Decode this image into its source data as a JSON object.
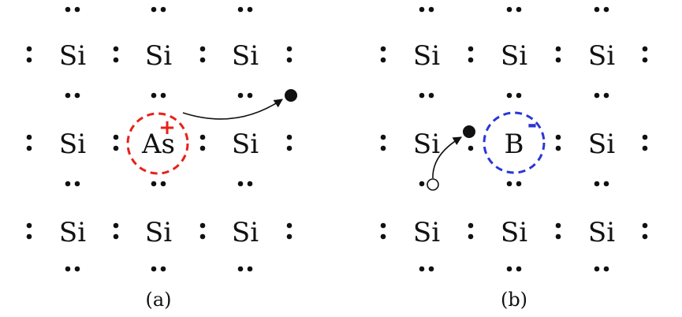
{
  "panel_a": {
    "caption": "(a)",
    "atoms": [
      [
        "Si",
        "Si",
        "Si"
      ],
      [
        "Si",
        "As",
        "Si"
      ],
      [
        "Si",
        "Si",
        "Si"
      ]
    ],
    "dopant": "As",
    "charge": "+",
    "ring_color": "#e8201a"
  },
  "panel_b": {
    "caption": "(b)",
    "atoms": [
      [
        "Si",
        "Si",
        "Si"
      ],
      [
        "Si",
        "B",
        "Si"
      ],
      [
        "Si",
        "Si",
        "Si"
      ]
    ],
    "dopant": "B",
    "charge": "-",
    "ring_color": "#2a36d6"
  }
}
